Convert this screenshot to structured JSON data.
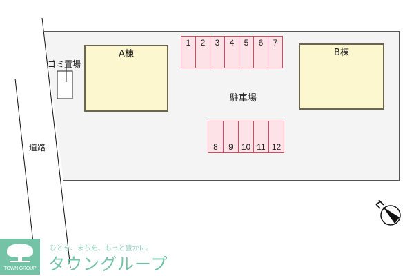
{
  "site": {
    "boundary_color": "#555555",
    "fill_color": "#f4f4f4"
  },
  "buildings": [
    {
      "id": "A",
      "label": "A棟"
    },
    {
      "id": "B",
      "label": "B棟"
    }
  ],
  "parking": {
    "label": "駐車場",
    "fill_color": "#fde3e8",
    "border_color": "#d9485e",
    "top_row": [
      "1",
      "2",
      "3",
      "4",
      "5",
      "6",
      "7"
    ],
    "bottom_row": [
      "8",
      "9",
      "10",
      "11",
      "12"
    ]
  },
  "garbage": {
    "label": "ゴミ置場"
  },
  "road": {
    "label": "道路"
  },
  "compass": {
    "icon": "north-arrow-icon",
    "letter": "N"
  },
  "logo": {
    "company_en": "TOWN GROUP",
    "tagline": "ひとを、まちを、もっと豊かに。",
    "brand_jp": "タウングループ",
    "brand_color": "#74c3a6"
  }
}
